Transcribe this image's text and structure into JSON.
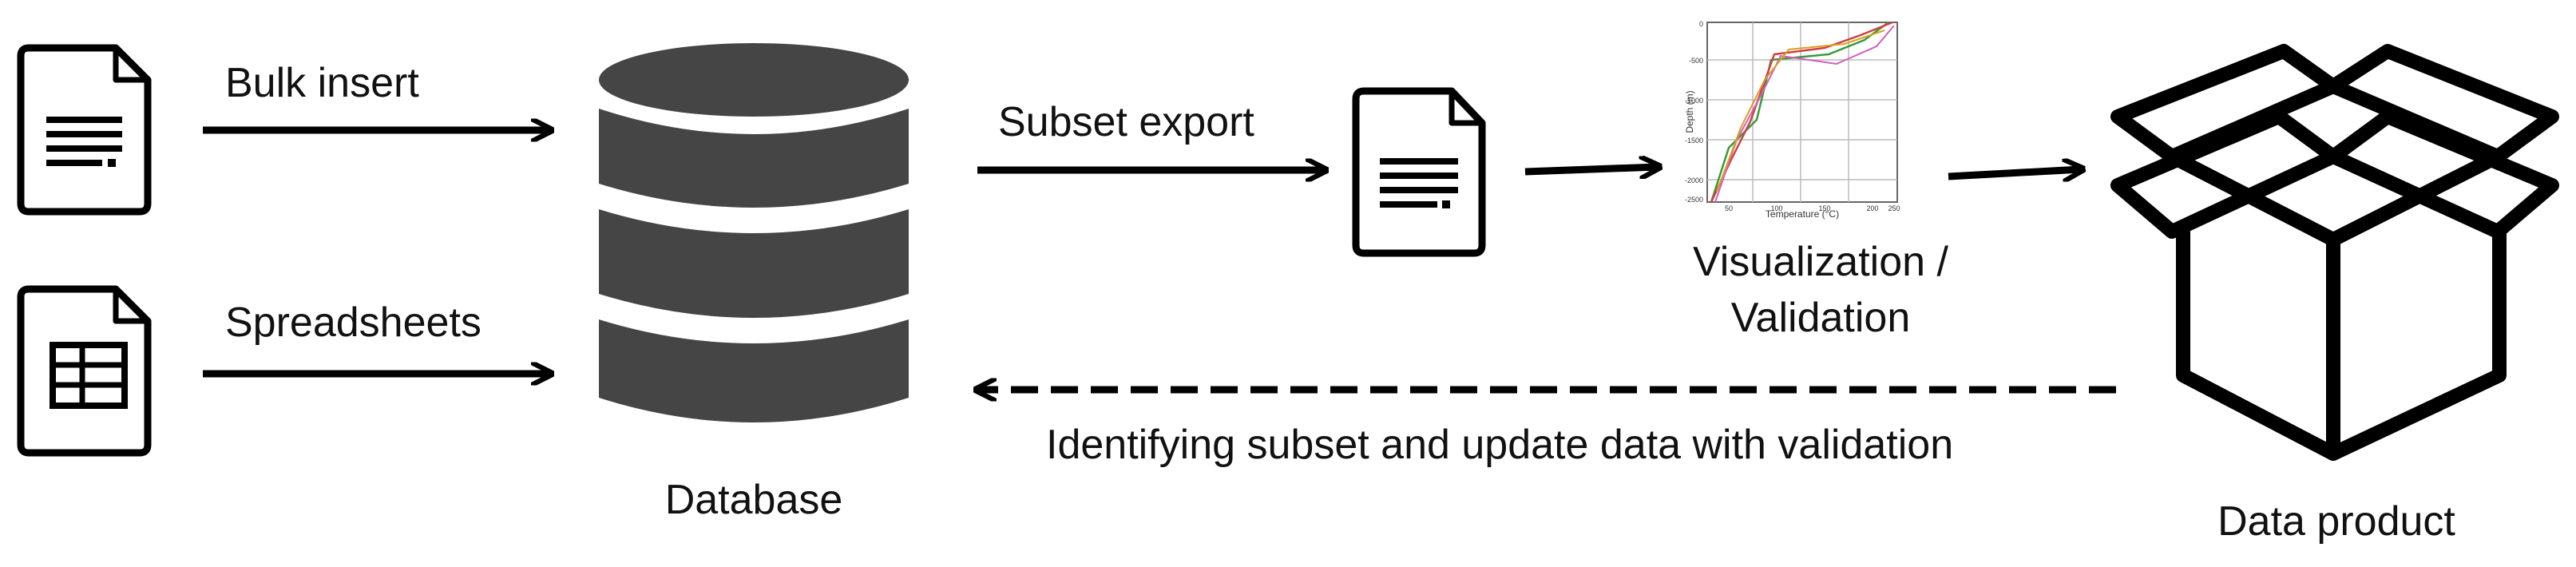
{
  "labels": {
    "bulk_insert": "Bulk insert",
    "spreadsheets": "Spreadsheets",
    "database": "Database",
    "subset_export": "Subset export",
    "visualization_line1": "Visualization /",
    "visualization_line2": "Validation",
    "data_product": "Data product",
    "feedback": "Identifying subset and update data with validation"
  },
  "plot_thumbnail": {
    "xlabel": "Temperature (°C)",
    "ylabel": "Depth (m)",
    "y_ticks": [
      "0",
      "-500",
      "-1000",
      "-1500",
      "-2000",
      "-2500"
    ],
    "x_ticks": [
      "50",
      "100",
      "150",
      "200",
      "250"
    ]
  },
  "icons": {
    "document": "document-icon",
    "spreadsheet": "spreadsheet-icon",
    "database": "database-icon",
    "plot": "plot-thumbnail-icon",
    "box": "open-box-icon"
  },
  "colors": {
    "stroke": "#000000",
    "database_fill": "#454545",
    "text": "#111111"
  }
}
